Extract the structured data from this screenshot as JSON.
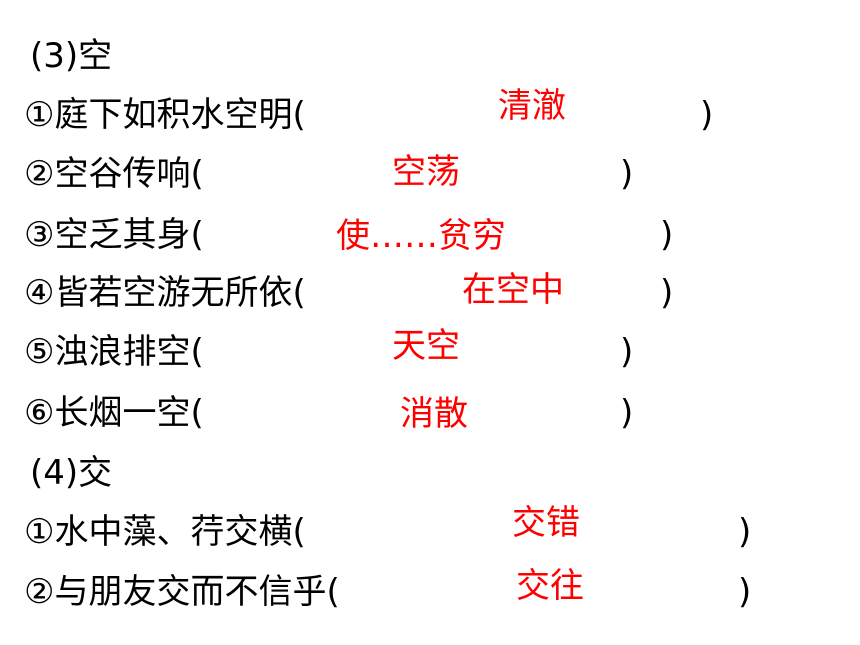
{
  "sections": [
    {
      "heading": "(3)空",
      "items": [
        {
          "prompt": "①庭下如积水空明(",
          "answer": "清澈",
          "close": ")"
        },
        {
          "prompt": "②空谷传响(",
          "answer": "空荡",
          "close": ")"
        },
        {
          "prompt": "③空乏其身(",
          "answer": "使……贫穷",
          "close": ")"
        },
        {
          "prompt": "④皆若空游无所依(",
          "answer": "在空中",
          "close": ")"
        },
        {
          "prompt": "⑤浊浪排空(",
          "answer": "天空",
          "close": ")"
        },
        {
          "prompt": "⑥长烟一空(",
          "answer": "消散",
          "close": ")"
        }
      ]
    },
    {
      "heading": "(4)交",
      "items": [
        {
          "prompt": "①水中藻、荇交横(",
          "answer": "交错",
          "close": ")"
        },
        {
          "prompt": "②与朋友交而不信乎(",
          "answer": "交往",
          "close": ")"
        }
      ]
    }
  ],
  "colors": {
    "text": "#000000",
    "answer": "#ff0000",
    "background": "#ffffff"
  }
}
